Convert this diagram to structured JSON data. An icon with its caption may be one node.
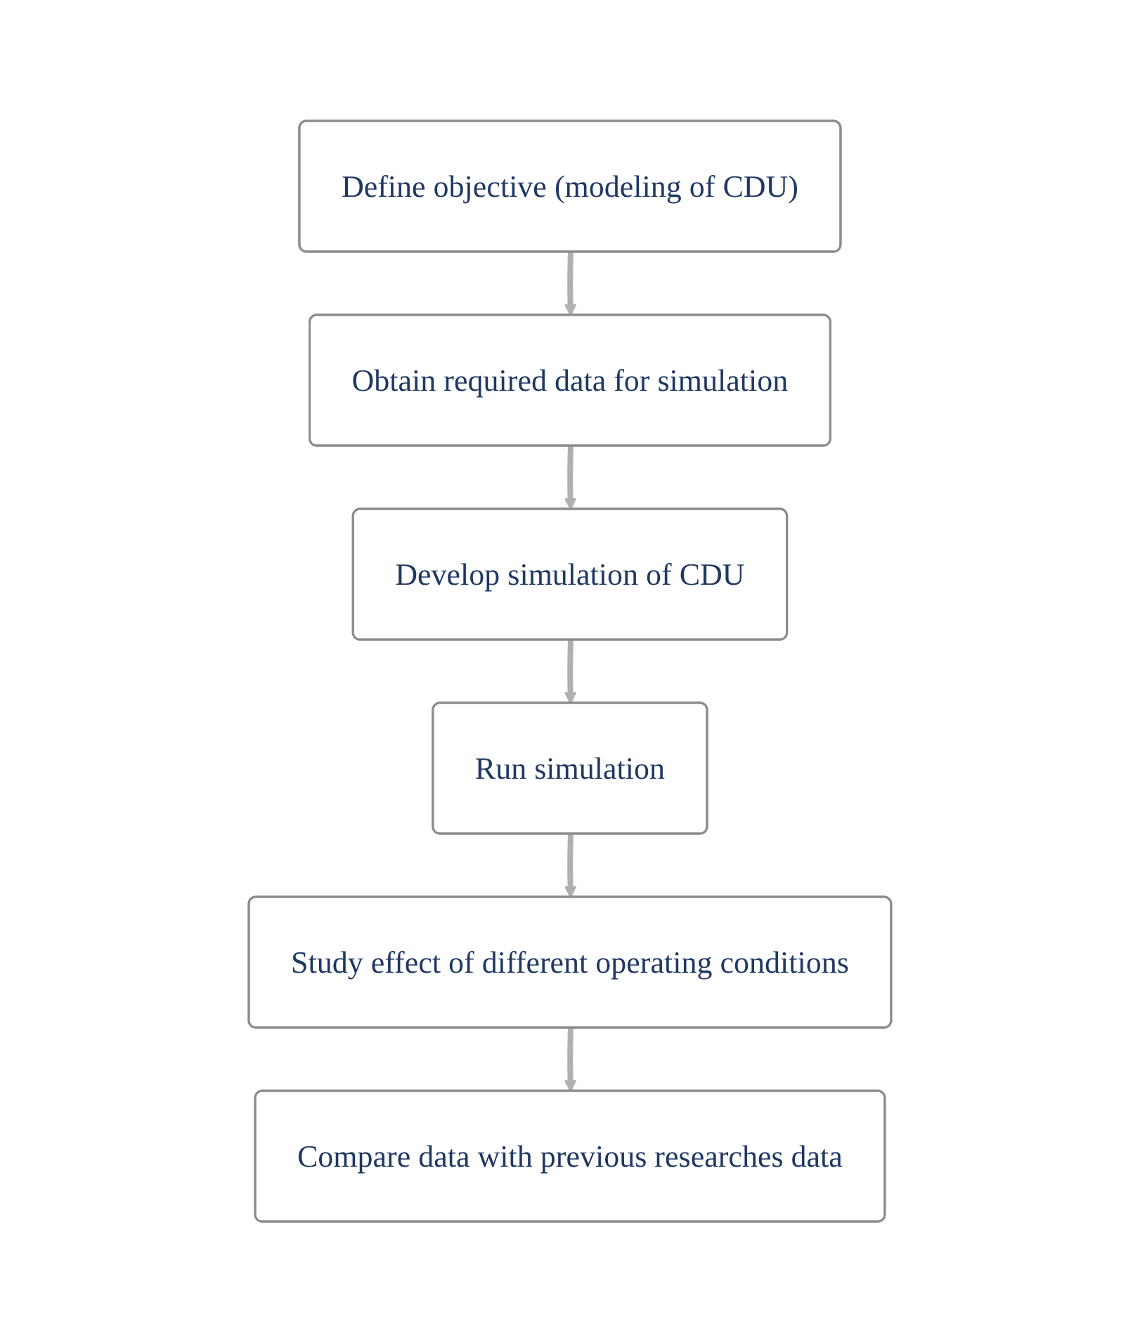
{
  "diagram": {
    "nodes": [
      {
        "text": [
          "Define objective (modeling of CDU)"
        ]
      },
      {
        "text": [
          "Obtain required data for simulation"
        ]
      },
      {
        "text": [
          "Develop simulation of CDU"
        ]
      },
      {
        "text": [
          "Run simulation"
        ]
      },
      {
        "text": [
          "Study effect of different operating conditions"
        ]
      },
      {
        "text": [
          "Compare data with previous researches data"
        ]
      }
    ],
    "edges": [
      {
        "from": 0,
        "to": 1,
        "arrow": "to"
      },
      {
        "from": 1,
        "to": 2,
        "arrow": "to"
      },
      {
        "from": 2,
        "to": 3,
        "arrow": "to"
      },
      {
        "from": 3,
        "to": 4,
        "arrow": "to"
      },
      {
        "from": 4,
        "to": 5,
        "arrow": "to"
      }
    ]
  }
}
